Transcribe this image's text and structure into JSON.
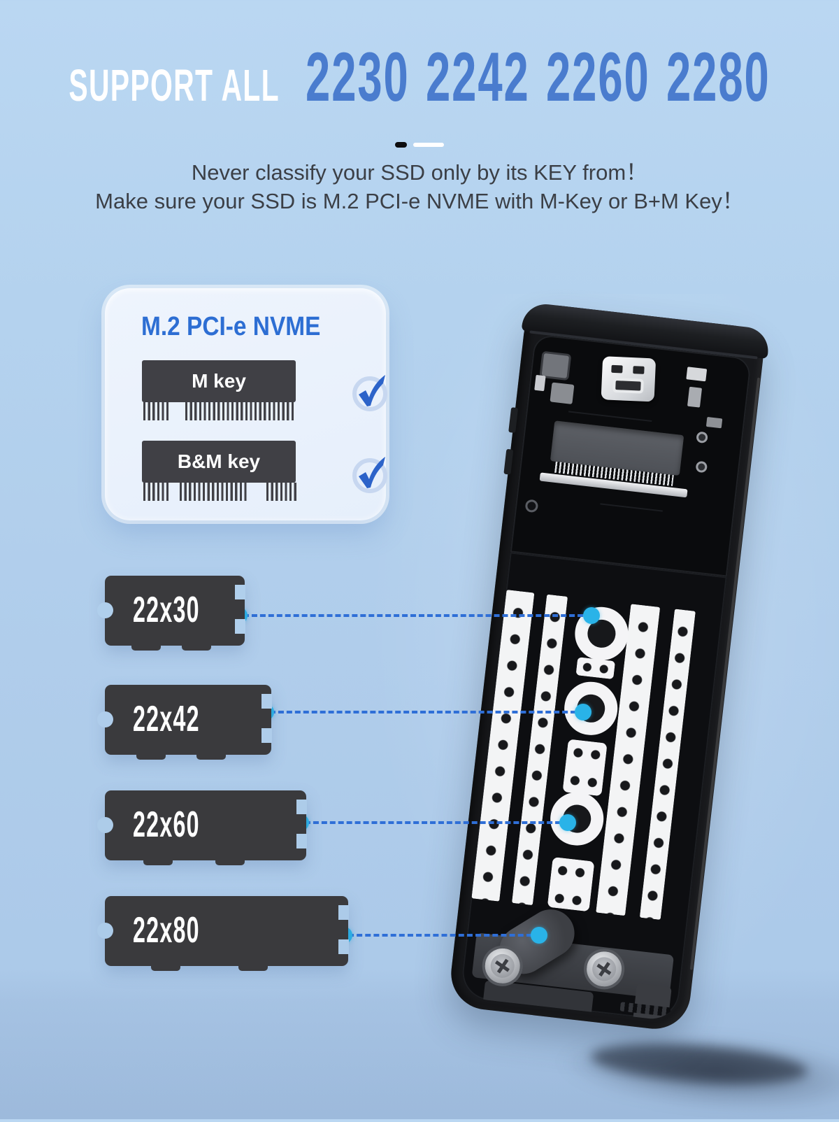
{
  "colors": {
    "background_top": "#bad7f2",
    "background_bottom": "#aac8e8",
    "headline_white": "#ffffff",
    "headline_blue": "#4a7cce",
    "body_text": "#3b3f46",
    "card_background": "#e9f1fb",
    "card_title_blue": "#2d6ed3",
    "connector_dark": "#404045",
    "chip_dark": "#3a3a3d",
    "dashed_line_blue": "#2f6fd7",
    "dot_cyan": "#29b3e8",
    "check_blue": "#2c63c9"
  },
  "header": {
    "prefix": "SUPPORT ALL",
    "sizes": "2230 2242 2260 2280"
  },
  "intro": {
    "line1": "Never classify your SSD only by its KEY from！",
    "line2": "Make sure your SSD is M.2 PCI-e NVME with M-Key or B+M Key！"
  },
  "compat_card": {
    "title": "M.2 PCI-e NVME",
    "rows": [
      {
        "label": "M key",
        "checked": true,
        "icon": "check-icon"
      },
      {
        "label": "B&M key",
        "checked": true,
        "icon": "check-icon"
      }
    ]
  },
  "size_callouts": [
    {
      "label": "22x30"
    },
    {
      "label": "22x42"
    },
    {
      "label": "22x60"
    },
    {
      "label": "22x80"
    }
  ]
}
